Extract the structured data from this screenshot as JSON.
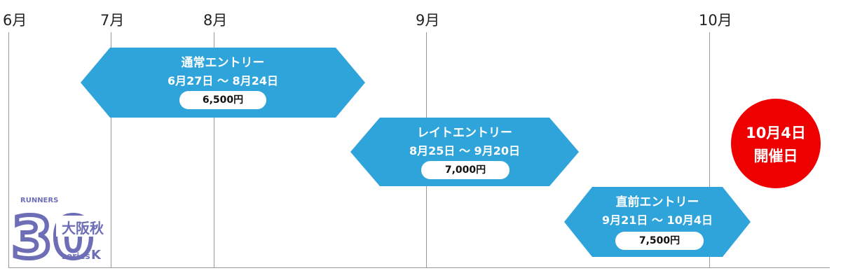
{
  "timeline": {
    "months": [
      "6月",
      "7月",
      "8月",
      "9月",
      "10月"
    ]
  },
  "entries": [
    {
      "title": "通常エントリー",
      "dates": "6月27日 ～ 8月24日",
      "price": "6,500円"
    },
    {
      "title": "レイトエントリー",
      "dates": "8月25日 ～ 9月20日",
      "price": "7,000円"
    },
    {
      "title": "直前エントリー",
      "dates": "9月21日 ～ 10月4日",
      "price": "7,500円"
    }
  ],
  "event": {
    "date": "10月4日",
    "label": "開催日"
  },
  "logo": {
    "top_text": "RUNNERS",
    "number": "30",
    "kanji": "大阪秋",
    "series": "series",
    "series_letter": "K"
  },
  "colors": {
    "entry_fill": "#2fa4da",
    "event_fill": "#ee0000",
    "logo": "#6d6eb5",
    "grid": "#9a9a9a"
  }
}
